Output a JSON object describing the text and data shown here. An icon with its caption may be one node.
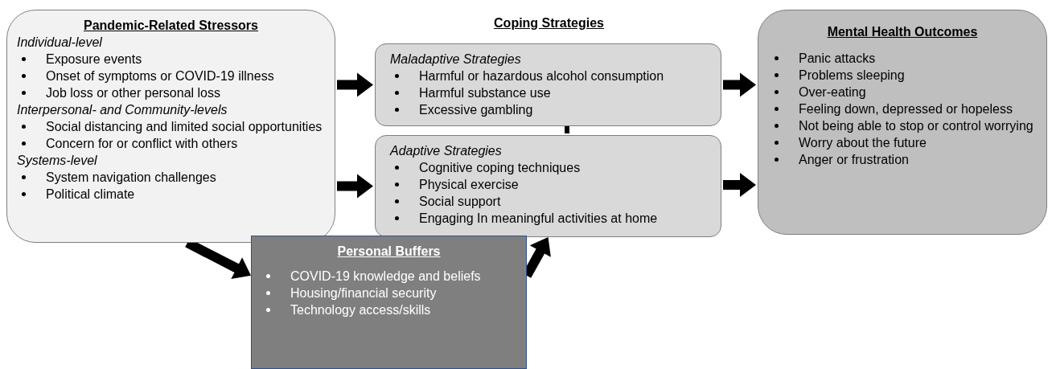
{
  "diagram": {
    "nodes": [
      {
        "text": [
          "Pandemic-Related Stressors",
          "Individual-level",
          "Exposure events",
          "Onset of symptoms or COVID-19 illness",
          "Job loss or other personal loss",
          "Interpersonal- and Community-levels",
          "Social distancing and limited social opportunities",
          "Concern for or conflict with others",
          "Systems-level",
          "System navigation challenges",
          "Political climate"
        ]
      },
      {
        "text": [
          "Maladaptive Strategies",
          "Harmful or hazardous alcohol consumption",
          "Harmful substance use",
          "Excessive gambling"
        ]
      },
      {
        "text": [
          "Adaptive Strategies",
          "Cognitive coping techniques",
          "Physical exercise",
          "Social support",
          "Engaging In meaningful activities at home"
        ]
      },
      {
        "text": [
          "Mental Health Outcomes",
          "Panic attacks",
          "Problems sleeping",
          "Over-eating",
          "Feeling down, depressed or hopeless",
          "Not being able to stop or control worrying",
          "Worry about the future",
          "Anger or frustration"
        ]
      },
      {
        "text": [
          "Personal Buffers",
          "COVID-19 knowledge and beliefs",
          "Housing/financial security",
          "Technology access/skills"
        ]
      }
    ],
    "edges": [
      {
        "from": 0,
        "to": 1,
        "arrow": "to",
        "style": "thick"
      },
      {
        "from": 0,
        "to": 2,
        "arrow": "to",
        "style": "thick"
      },
      {
        "from": 1,
        "to": 3,
        "arrow": "to",
        "style": "thick"
      },
      {
        "from": 2,
        "to": 3,
        "arrow": "to",
        "style": "thick"
      },
      {
        "from": 0,
        "to": 4,
        "arrow": "to",
        "style": "thick"
      },
      {
        "from": 4,
        "to": 2,
        "arrow": "to",
        "style": "thick"
      }
    ],
    "labels": [
      "Coping Strategies"
    ]
  }
}
